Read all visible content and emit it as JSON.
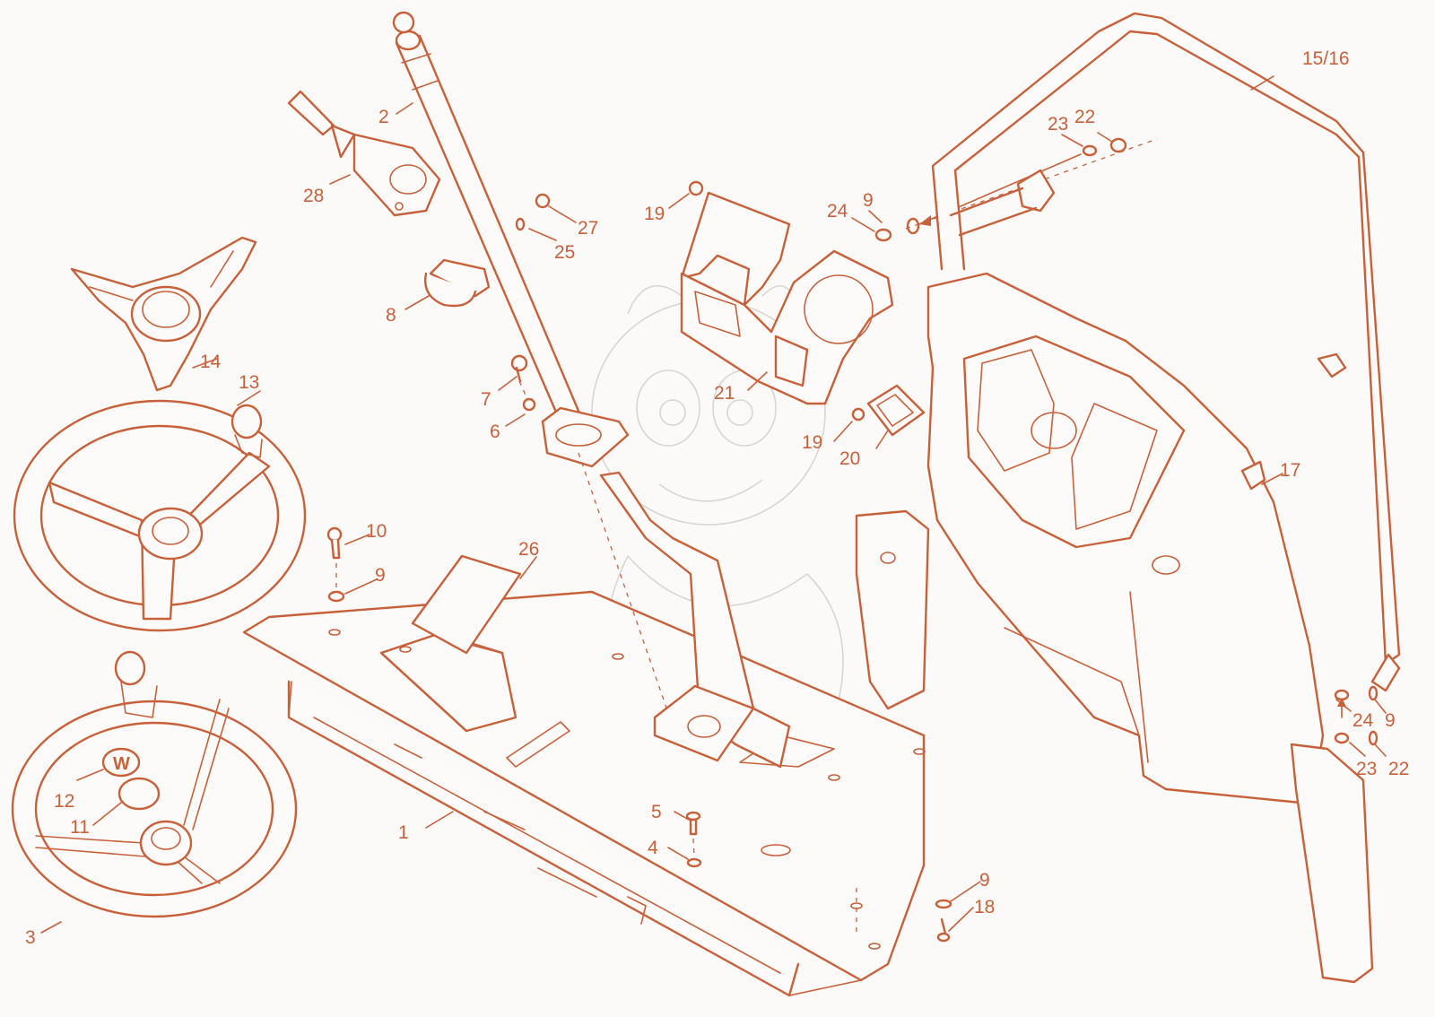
{
  "diagram": {
    "callouts": [
      "1",
      "2",
      "3",
      "4",
      "5",
      "6",
      "7",
      "8",
      "9",
      "10",
      "11",
      "12",
      "13",
      "14",
      "15/16",
      "17",
      "18",
      "19",
      "20",
      "21",
      "22",
      "23",
      "24",
      "25",
      "26",
      "27",
      "28"
    ],
    "logo_text": "W",
    "colors": {
      "line": "#c8603a",
      "background": "#fbfaf8"
    }
  }
}
